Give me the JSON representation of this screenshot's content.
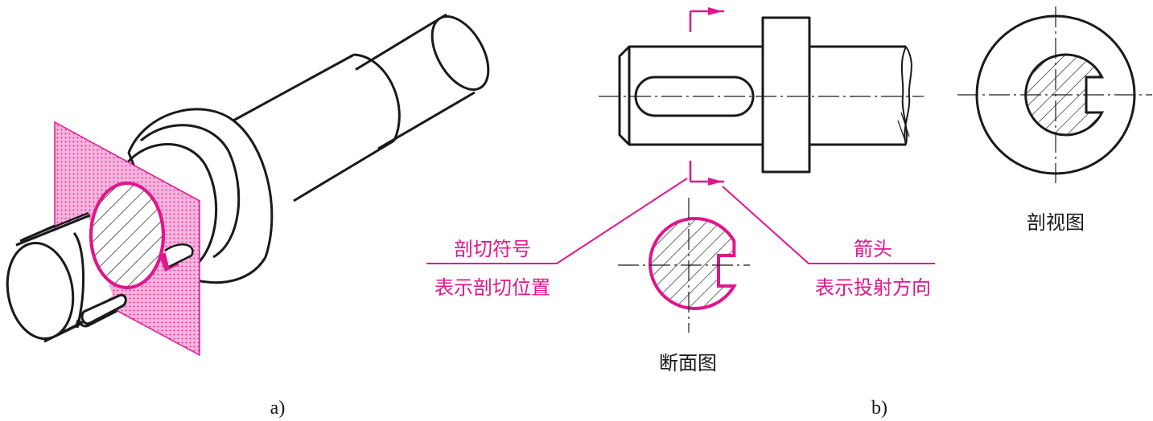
{
  "colors": {
    "ink": "#1a1a1a",
    "accent": "#e0168c",
    "plane_fill": "#f0a8d8"
  },
  "panel_a": {
    "caption": "a)"
  },
  "panel_b": {
    "caption": "b)",
    "section_label": "断面图",
    "view_label": "剖视图",
    "annotation_left": {
      "line1": "剖切符号",
      "line2": "表示剖切位置"
    },
    "annotation_right": {
      "line1": "箭头",
      "line2": "表示投射方向"
    }
  }
}
